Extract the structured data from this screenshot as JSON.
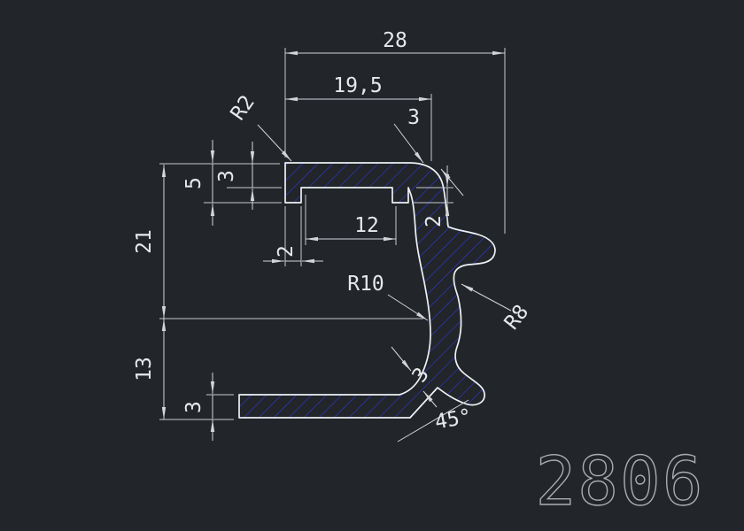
{
  "part_number": "2806",
  "dims": {
    "overall_width": "28",
    "top_width": "19,5",
    "wall_top_thickness": "3",
    "r_top_left": "R2",
    "lip_depth": "5",
    "plate_thickness": "3",
    "height_upper": "21",
    "channel_width": "12",
    "lip_width": "2",
    "tab_depth": "2",
    "r_inner": "R10",
    "r_hook": "R8",
    "height_lower": "13",
    "flange_thickness": "3",
    "arm_thickness": "3",
    "chamfer_angle": "45°"
  },
  "colors": {
    "background": "#22252a",
    "profile_outline": "#eef1f3",
    "hatch": "#2e3cd6",
    "dimension_lines": "#d2d5d8",
    "part_label": "#a9adb1"
  }
}
